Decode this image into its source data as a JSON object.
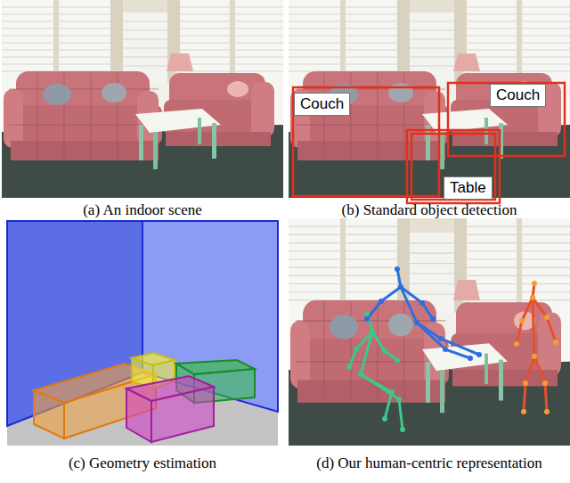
{
  "diagram": {
    "nodes": [
      {
        "text": [
          "Couch"
        ]
      },
      {
        "text": [
          "Couch"
        ]
      },
      {
        "text": [
          "Table"
        ]
      }
    ],
    "labels": [
      "(a) An indoor scene",
      "(b) Standard object detection",
      "(c) Geometry estimation",
      "(d) Our human-centric representation"
    ]
  }
}
